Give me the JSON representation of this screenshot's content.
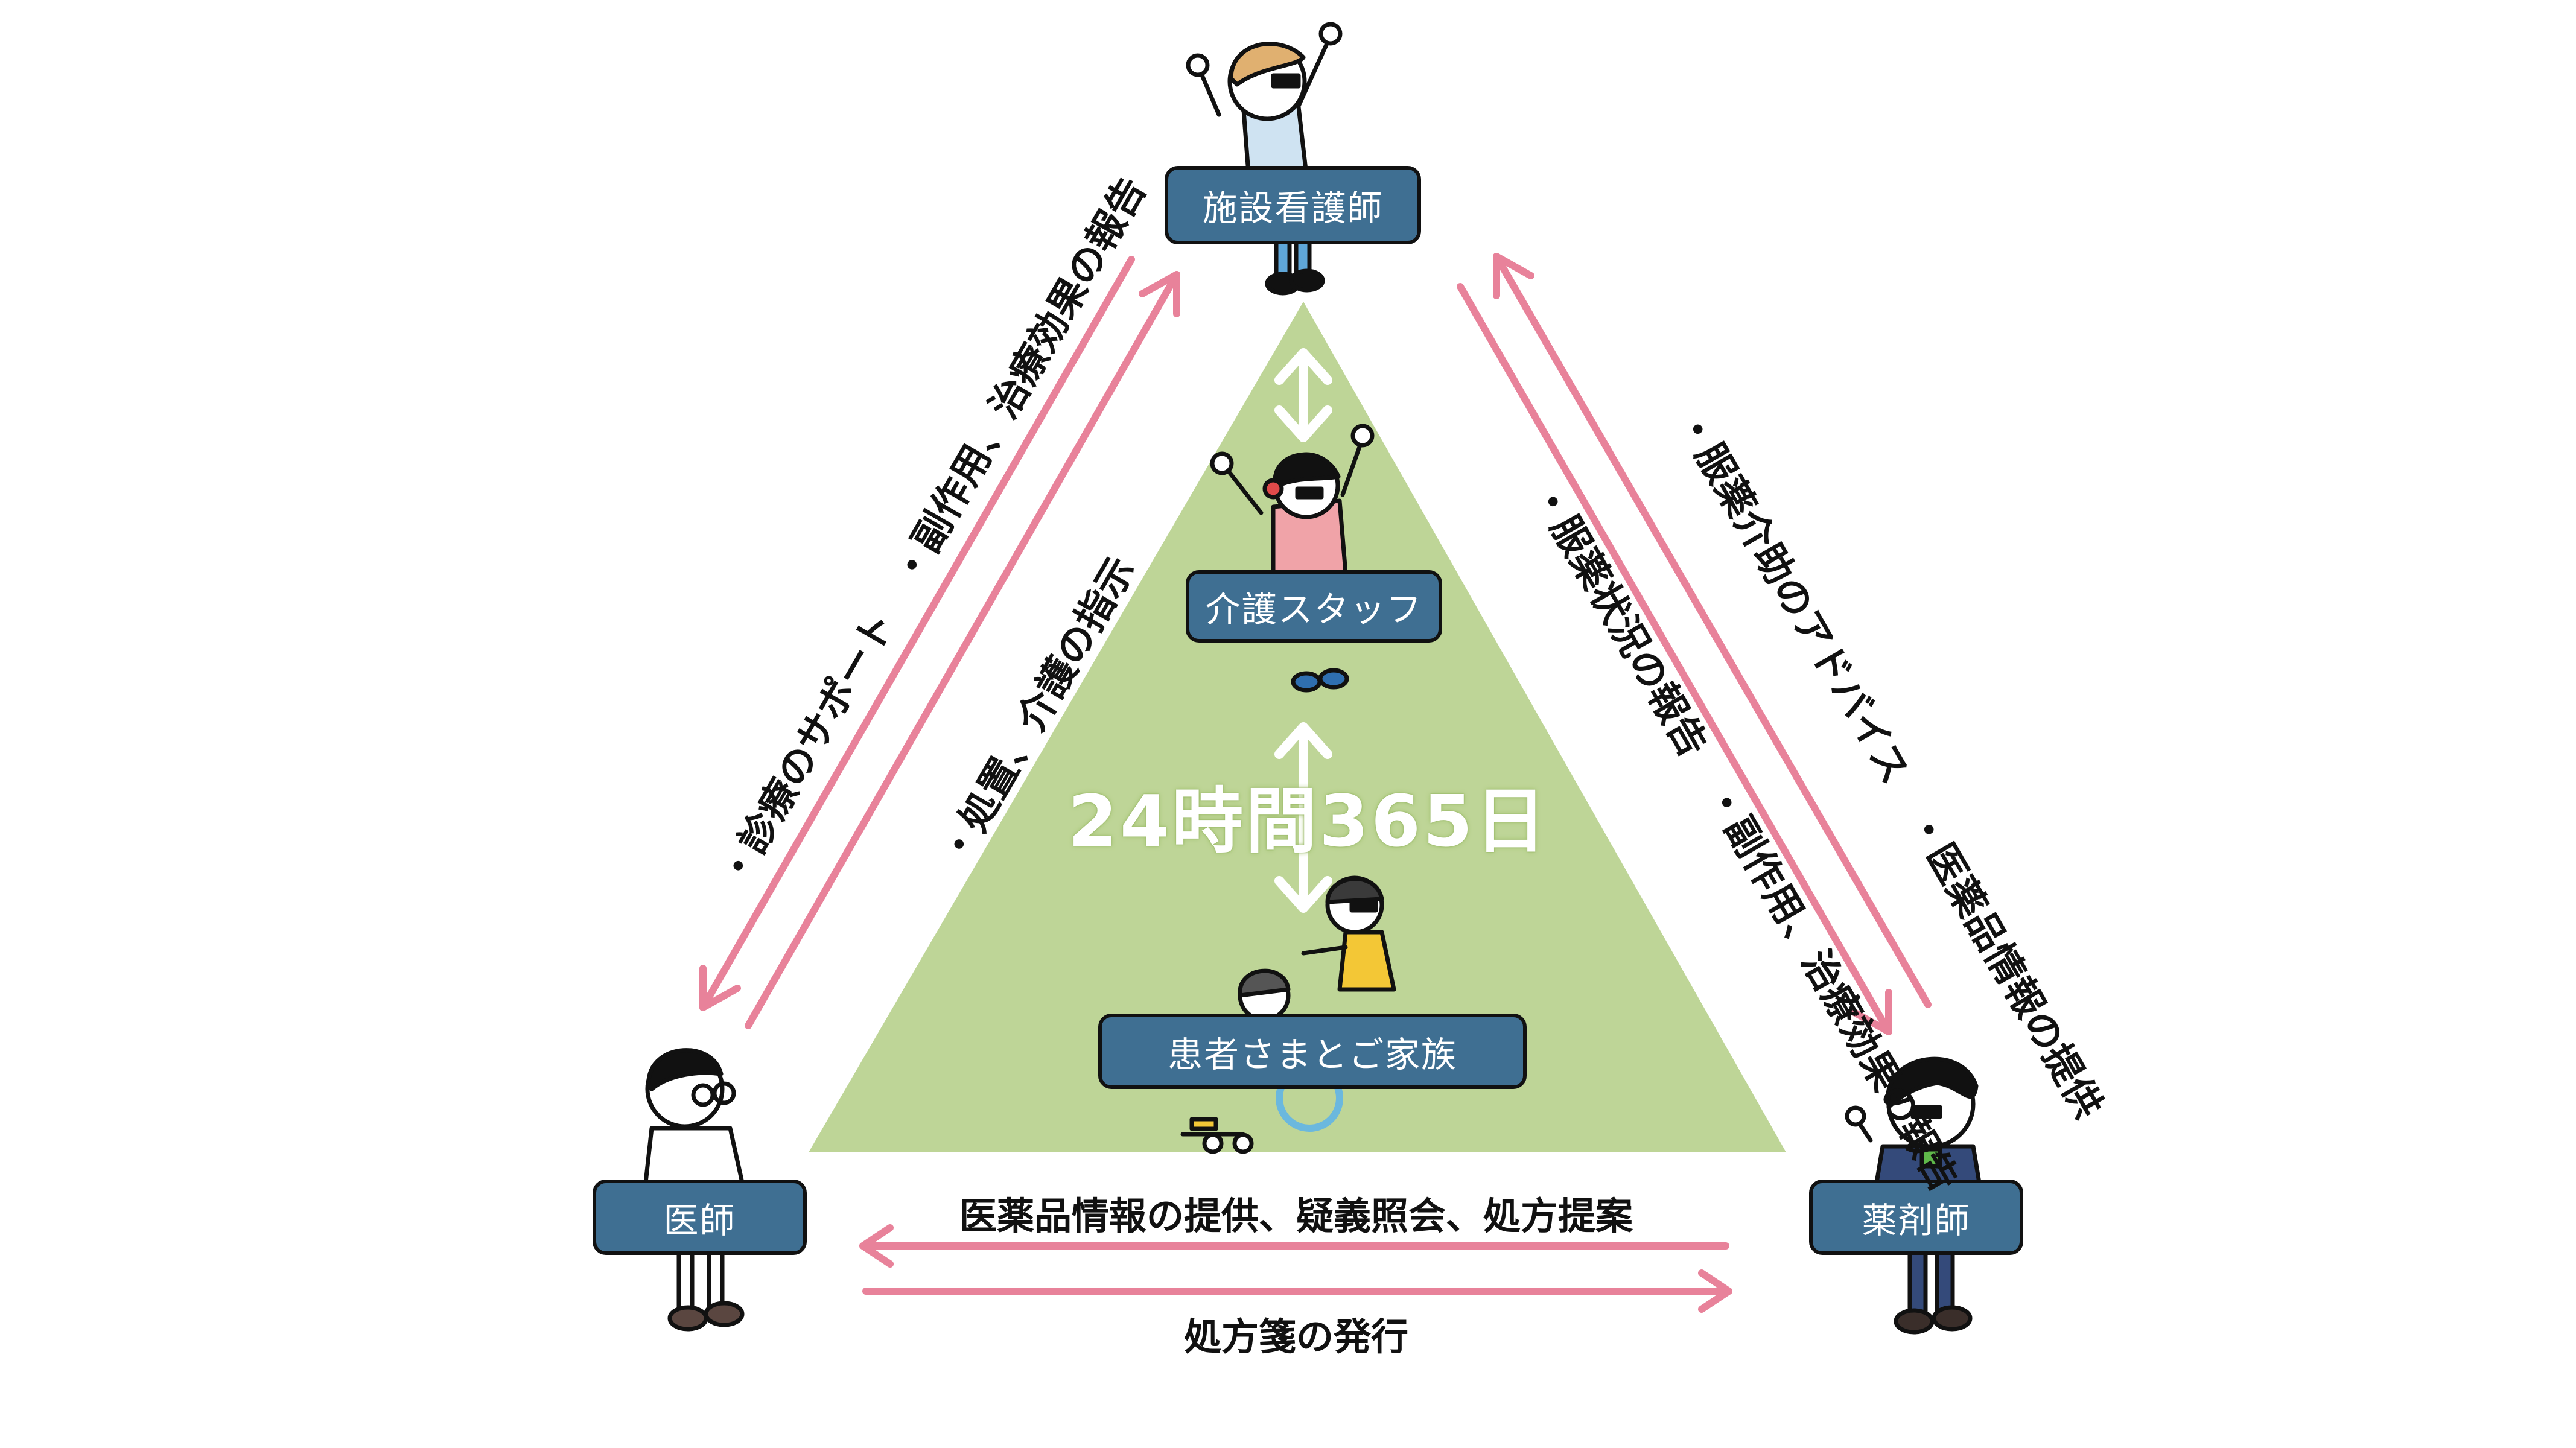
{
  "roles": {
    "nurse": "施設看護師",
    "care_staff": "介護スタッフ",
    "patient_family": "患者さまとご家族",
    "doctor": "医師",
    "pharmacist": "薬剤師"
  },
  "center_label": "24時間365日",
  "flows": {
    "nurse_to_doctor": "・診療のサポート　・副作用、治療効果の報告",
    "doctor_to_nurse": "・処置、介護の指示",
    "pharmacist_to_nurse": "・服薬介助のアドバイス　・医薬品情報の提供",
    "nurse_to_pharmacist": "・服薬状況の報告　・副作用、治療効果の報告",
    "pharmacist_to_doctor": "医薬品情報の提供、疑義照会、処方提案",
    "doctor_to_pharmacist": "処方箋の発行"
  },
  "colors": {
    "triangle": "#bed597",
    "arrow_pink": "#e8829a",
    "label_bg": "#3f6f92",
    "white_arrow": "#ffffff"
  }
}
